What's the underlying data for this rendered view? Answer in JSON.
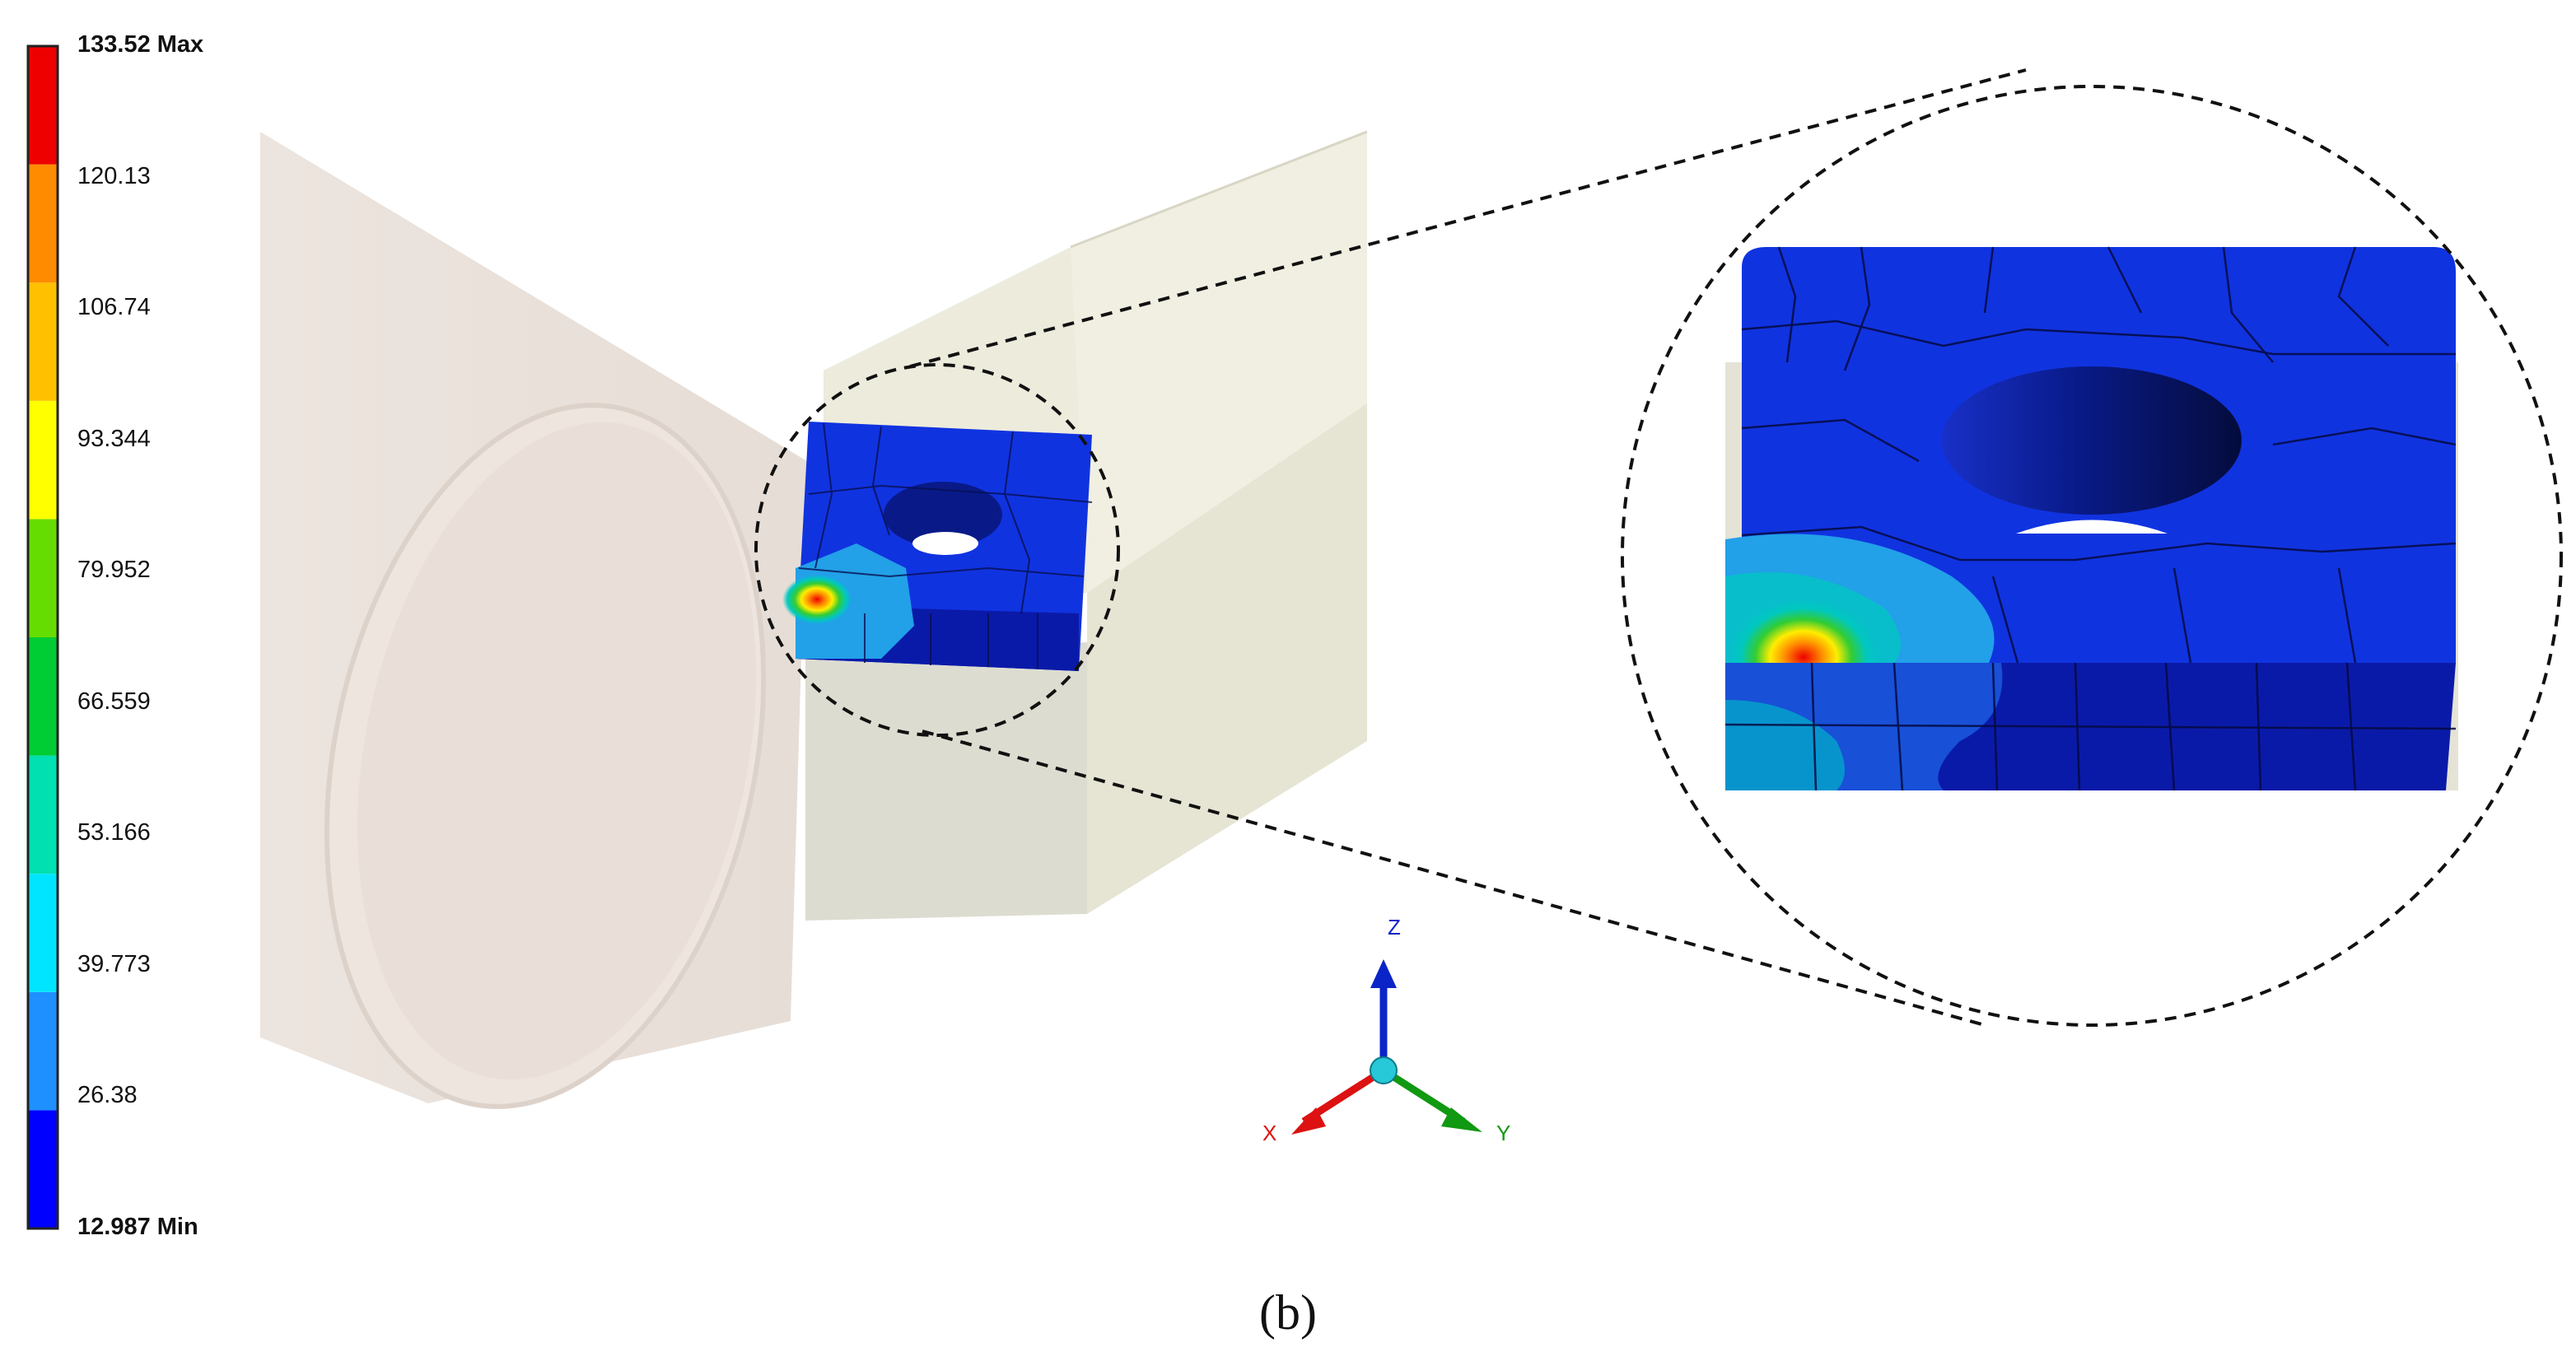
{
  "legend": {
    "colors": [
      "#0000ff",
      "#1e90ff",
      "#00e5ff",
      "#00e0b0",
      "#00cc33",
      "#66dd00",
      "#ffff00",
      "#ffc000",
      "#ff8c00",
      "#ee0000"
    ],
    "labels": [
      {
        "text": "133.52 Max",
        "bold": true
      },
      {
        "text": "120.13",
        "bold": false
      },
      {
        "text": "106.74",
        "bold": false
      },
      {
        "text": "93.344",
        "bold": false
      },
      {
        "text": "79.952",
        "bold": false
      },
      {
        "text": "66.559",
        "bold": false
      },
      {
        "text": "53.166",
        "bold": false
      },
      {
        "text": "39.773",
        "bold": false
      },
      {
        "text": "26.38",
        "bold": false
      },
      {
        "text": "12.987 Min",
        "bold": true
      }
    ]
  },
  "triad": {
    "x_label": "X",
    "y_label": "Y",
    "z_label": "Z",
    "x_color": "#dd1111",
    "y_color": "#119911",
    "z_color": "#0a24c8"
  },
  "caption": "(b)"
}
